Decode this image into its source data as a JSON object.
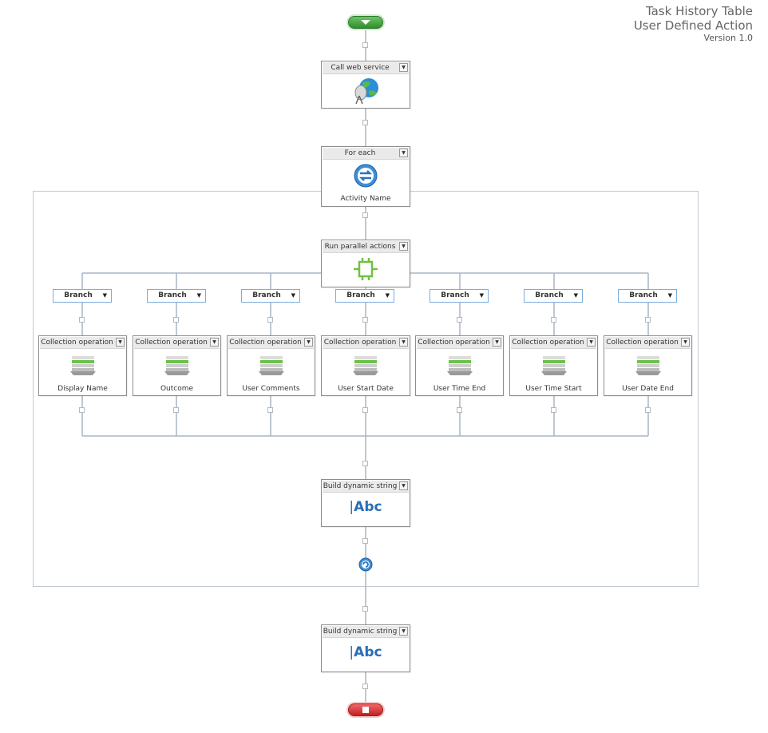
{
  "header": {
    "title": "Task History Table",
    "subtitle": "User Defined Action",
    "version": "Version 1.0"
  },
  "actions": {
    "call_web_service": {
      "label": "Call web service",
      "icon": "web-service-icon"
    },
    "for_each": {
      "label": "For each",
      "caption": "Activity Name",
      "icon": "for-each-loop-icon"
    },
    "run_parallel": {
      "label": "Run parallel actions",
      "icon": "parallel-actions-icon"
    },
    "build_string_1": {
      "label": "Build dynamic string",
      "icon": "abc-text-icon",
      "glyph": "Abc"
    },
    "build_string_2": {
      "label": "Build dynamic string",
      "icon": "abc-text-icon",
      "glyph": "Abc"
    }
  },
  "branches": [
    {
      "label": "Branch",
      "op_label": "Collection operation",
      "caption": "Display Name"
    },
    {
      "label": "Branch",
      "op_label": "Collection operation",
      "caption": "Outcome"
    },
    {
      "label": "Branch",
      "op_label": "Collection operation",
      "caption": "User Comments"
    },
    {
      "label": "Branch",
      "op_label": "Collection operation",
      "caption": "User Start Date"
    },
    {
      "label": "Branch",
      "op_label": "Collection operation",
      "caption": "User Time End"
    },
    {
      "label": "Branch",
      "op_label": "Collection operation",
      "caption": "User Time Start"
    },
    {
      "label": "Branch",
      "op_label": "Collection operation",
      "caption": "User Date End"
    }
  ],
  "colors": {
    "connector": "#a9b6c6",
    "start": "#3a9a35",
    "end": "#d42a2a",
    "branch_border": "#7aaedc",
    "layers_green": "#6cc24a",
    "abc_blue": "#2a6db8"
  }
}
